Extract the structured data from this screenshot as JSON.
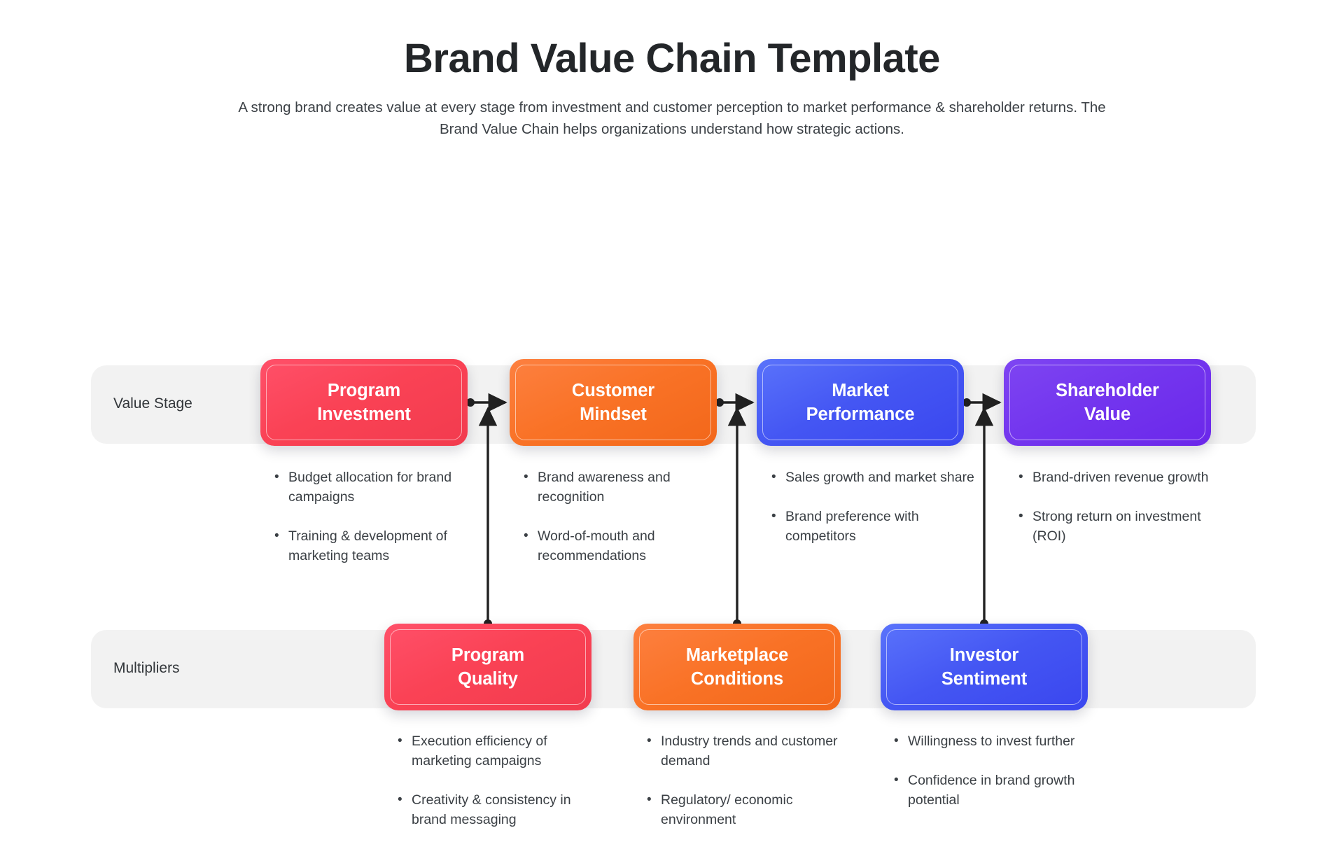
{
  "header": {
    "title": "Brand Value Chain Template",
    "subtitle": "A strong brand creates value at every stage from investment and customer perception to market performance & shareholder returns. The Brand Value Chain helps organizations understand how strategic actions."
  },
  "rows": {
    "value_stage_label": "Value Stage",
    "multipliers_label": "Multipliers"
  },
  "colors": {
    "red": "#fa4255",
    "orange": "#f97226",
    "blue": "#4456f3",
    "purple": "#7335ee",
    "band": "#f2f2f2",
    "connector": "#212121",
    "text": "#3a3f44",
    "title": "#232629"
  },
  "value_stages": [
    {
      "title_line1": "Program",
      "title_line2": "Investment",
      "color": "red",
      "bullets": [
        "Budget allocation for brand campaigns",
        "Training & development of marketing teams"
      ]
    },
    {
      "title_line1": "Customer",
      "title_line2": "Mindset",
      "color": "orange",
      "bullets": [
        "Brand awareness and recognition",
        "Word-of-mouth and recommendations"
      ]
    },
    {
      "title_line1": "Market",
      "title_line2": "Performance",
      "color": "blue",
      "bullets": [
        "Sales growth and market share",
        "Brand preference with competitors"
      ]
    },
    {
      "title_line1": "Shareholder",
      "title_line2": "Value",
      "color": "purple",
      "bullets": [
        "Brand-driven revenue growth",
        "Strong return on investment (ROI)"
      ]
    }
  ],
  "multipliers": [
    {
      "title_line1": "Program",
      "title_line2": "Quality",
      "color": "red",
      "bullets": [
        "Execution efficiency of marketing campaigns",
        "Creativity & consistency in brand messaging"
      ]
    },
    {
      "title_line1": "Marketplace",
      "title_line2": "Conditions",
      "color": "orange",
      "bullets": [
        "Industry trends and customer demand",
        "Regulatory/ economic environment"
      ]
    },
    {
      "title_line1": "Investor",
      "title_line2": "Sentiment",
      "color": "blue",
      "bullets": [
        "Willingness to invest further",
        "Confidence in brand growth potential"
      ]
    }
  ],
  "bullet_marker": "•"
}
